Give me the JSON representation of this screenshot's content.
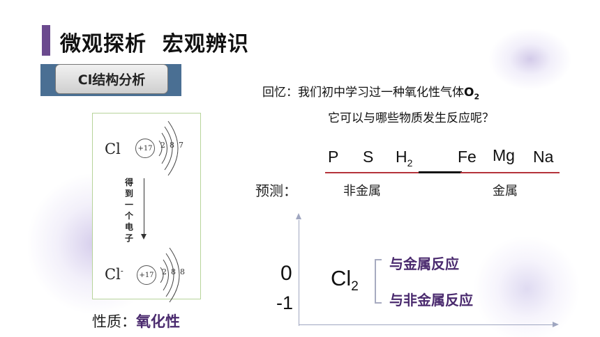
{
  "title": "微观探析  宏观辨识",
  "section": {
    "label": "Cl结构分析"
  },
  "atoms": {
    "cl": {
      "symbol": "Cl",
      "nucleus": "+17",
      "shells": [
        "2",
        "8",
        "7"
      ]
    },
    "cl_ion": {
      "symbol": "Cl",
      "charge": "-",
      "nucleus": "+17",
      "shells": [
        "2",
        "8",
        "8"
      ]
    }
  },
  "arrow_label_chars": [
    "得",
    "到",
    "一",
    "个",
    "电",
    "子"
  ],
  "property": {
    "label": "性质：",
    "value": "氧化性"
  },
  "recall": {
    "line1": "回忆：我们初中学习过一种氧化性气体",
    "gas": "O",
    "gas_sub": "2",
    "line2": "它可以与哪些物质发生反应呢？"
  },
  "elements": {
    "P": "P",
    "S": "S",
    "H": "H",
    "H_sub": "2",
    "Fe": "Fe",
    "Mg": "Mg",
    "Na": "Na"
  },
  "groups": {
    "nonmetal": "非金属",
    "metal": "金属"
  },
  "predict_label": "预测：",
  "axis": {
    "zero": "0",
    "minus_one": "-1"
  },
  "molecule": {
    "symbol": "Cl",
    "sub": "2"
  },
  "reactions": [
    "与金属反应",
    "与非金属反应"
  ]
}
